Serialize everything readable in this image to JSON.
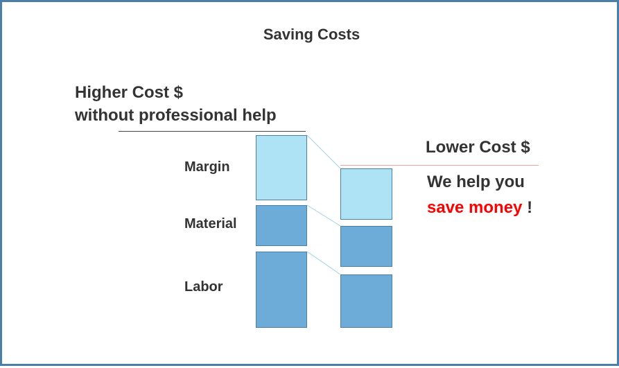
{
  "title": "Saving Costs",
  "higher": {
    "line1": "Higher Cost $",
    "line2": "without professional help"
  },
  "labels": {
    "margin": "Margin",
    "material": "Material",
    "labor": "Labor"
  },
  "lower": {
    "title": "Lower Cost $",
    "line1": "We help you",
    "emphasis": "save money",
    "suffix": " !"
  },
  "colors": {
    "border": "#4a7fa8",
    "margin_fill": "#ade3f5",
    "cost_fill": "#6dacd9",
    "emphasis": "#ff0000"
  }
}
